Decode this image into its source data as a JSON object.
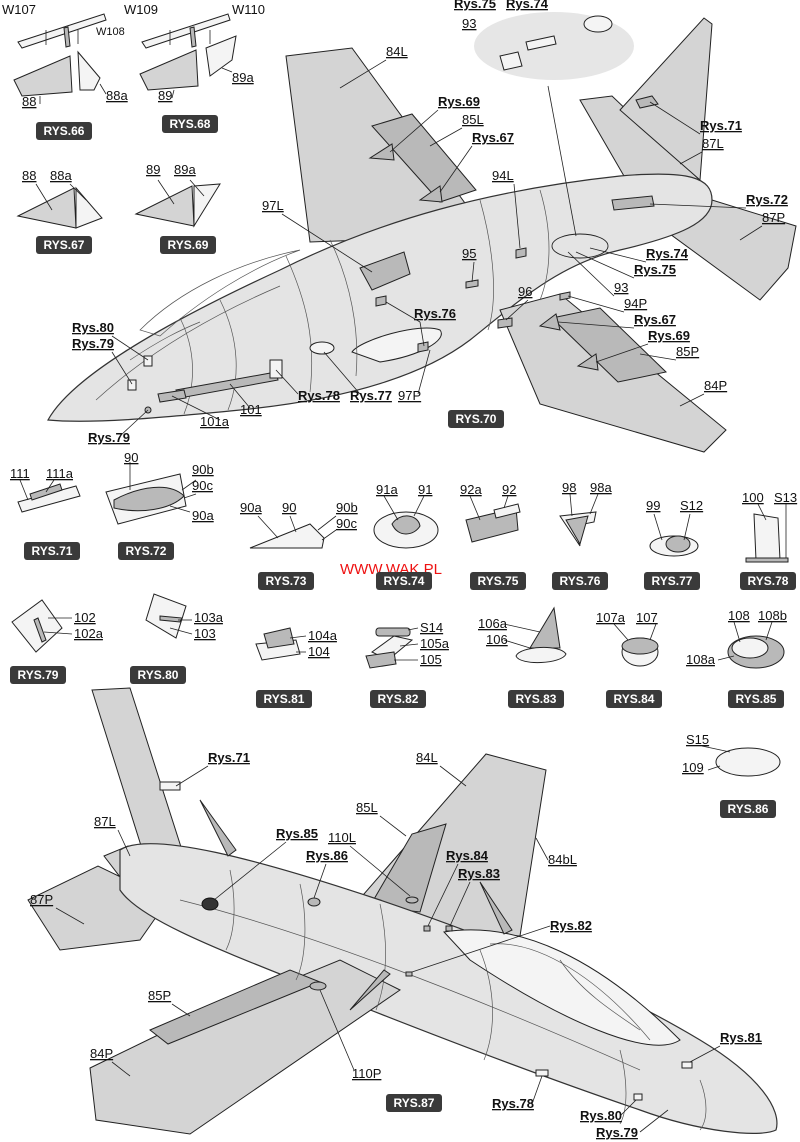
{
  "website": "WWW.WAK.PL",
  "badges": {
    "rys66": "RYS.66",
    "rys68": "RYS.68",
    "rys67": "RYS.67",
    "rys69": "RYS.69",
    "rys70": "RYS.70",
    "rys71": "RYS.71",
    "rys72": "RYS.72",
    "rys73": "RYS.73",
    "rys74": "RYS.74",
    "rys75": "RYS.75",
    "rys76": "RYS.76",
    "rys77": "RYS.77",
    "rys78": "RYS.78",
    "rys79": "RYS.79",
    "rys80": "RYS.80",
    "rys81": "RYS.81",
    "rys82": "RYS.82",
    "rys83": "RYS.83",
    "rys84": "RYS.84",
    "rys85": "RYS.85",
    "rys86": "RYS.86",
    "rys87": "RYS.87"
  },
  "parts": {
    "w107": "W107",
    "w108": "W108",
    "w109": "W109",
    "w110": "W110",
    "p88": "88",
    "p88a": "88a",
    "p89": "89",
    "p89a": "89a",
    "p84L": "84L",
    "p84P": "84P",
    "p84bL": "84bL",
    "p85L": "85L",
    "p85P": "85P",
    "p87L": "87L",
    "p87P": "87P",
    "p93": "93",
    "p94L": "94L",
    "p94P": "94P",
    "p95": "95",
    "p96": "96",
    "p97L": "97L",
    "p97P": "97P",
    "p101": "101",
    "p101a": "101a",
    "p111": "111",
    "p111a": "111a",
    "p90": "90",
    "p90a": "90a",
    "p90b": "90b",
    "p90c": "90c",
    "p91": "91",
    "p91a": "91a",
    "p92": "92",
    "p92a": "92a",
    "p98": "98",
    "p98a": "98a",
    "p99": "99",
    "s12": "S12",
    "p100": "100",
    "s13": "S13",
    "p102": "102",
    "p102a": "102a",
    "p103": "103",
    "p103a": "103a",
    "p104": "104",
    "p104a": "104a",
    "s14": "S14",
    "p105": "105",
    "p105a": "105a",
    "p106": "106",
    "p106a": "106a",
    "p107": "107",
    "p107a": "107a",
    "p108": "108",
    "p108a": "108a",
    "p108b": "108b",
    "s15": "S15",
    "p109": "109",
    "p110L": "110L",
    "p110P": "110P"
  },
  "refs": {
    "r67": "Rys.67",
    "r69": "Rys.69",
    "r71": "Rys.71",
    "r72": "Rys.72",
    "r74": "Rys.74",
    "r75": "Rys.75",
    "r76": "Rys.76",
    "r77": "Rys.77",
    "r78": "Rys.78",
    "r79": "Rys.79",
    "r80": "Rys.80",
    "r81": "Rys.81",
    "r82": "Rys.82",
    "r83": "Rys.83",
    "r84": "Rys.84",
    "r85": "Rys.85",
    "r86": "Rys.86"
  },
  "colors": {
    "badge_bg": "#3a3a3a",
    "part_fill": "#d4d4d4",
    "site_text": "#e11111"
  }
}
